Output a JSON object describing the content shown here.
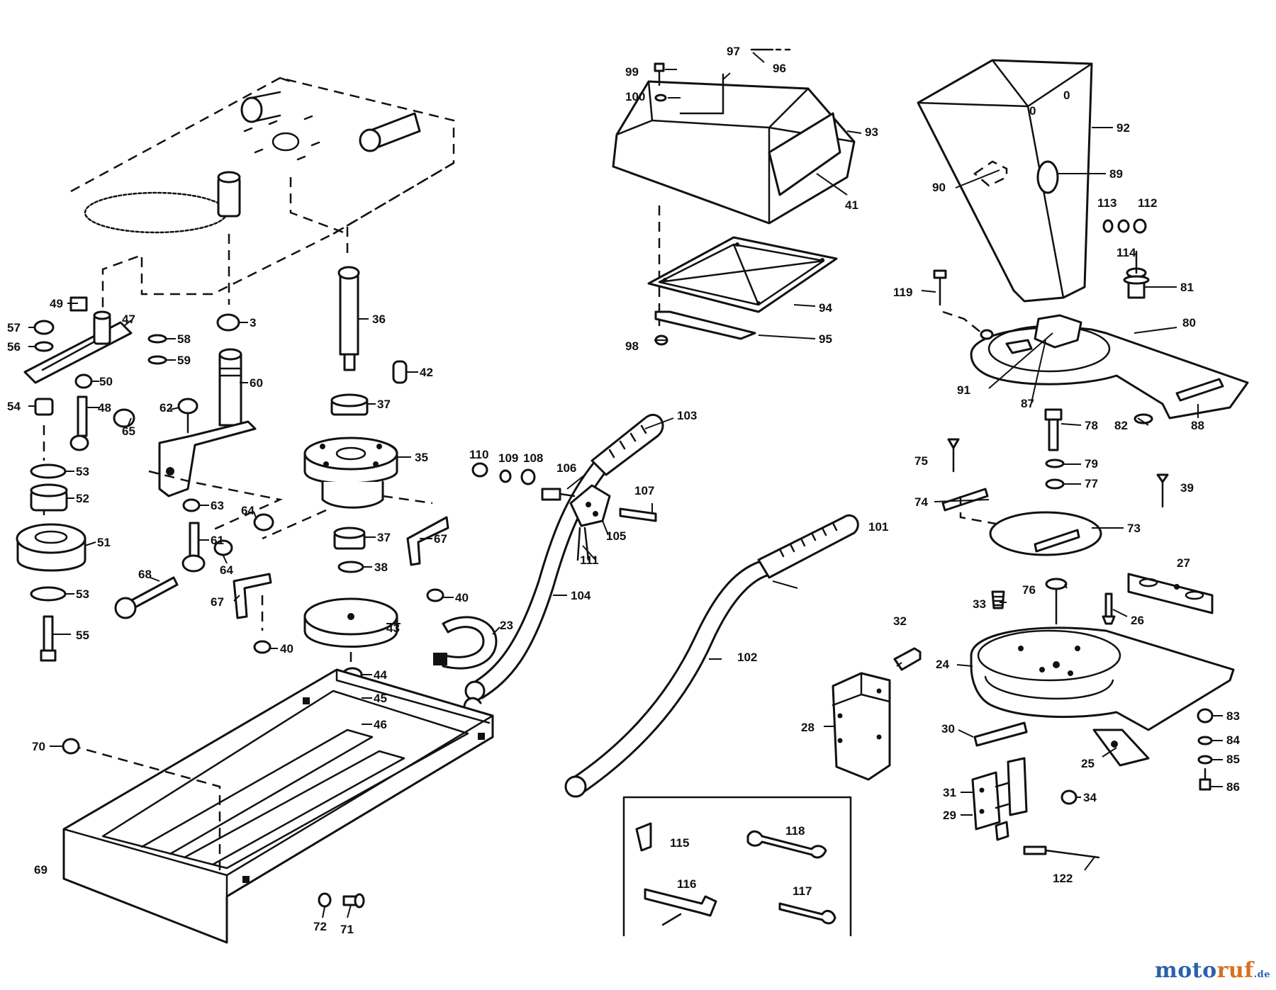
{
  "diagram": {
    "labels": [
      {
        "id": "l96",
        "text": "96"
      },
      {
        "id": "l97",
        "text": "97"
      },
      {
        "id": "l99",
        "text": "99"
      },
      {
        "id": "l100",
        "text": "100"
      },
      {
        "id": "l93",
        "text": "93"
      },
      {
        "id": "l41",
        "text": "41"
      },
      {
        "id": "l94",
        "text": "94"
      },
      {
        "id": "l95",
        "text": "95"
      },
      {
        "id": "l98",
        "text": "98"
      },
      {
        "id": "l92",
        "text": "92"
      },
      {
        "id": "l89",
        "text": "89"
      },
      {
        "id": "l90",
        "text": "90"
      },
      {
        "id": "l113",
        "text": "113"
      },
      {
        "id": "l112",
        "text": "112"
      },
      {
        "id": "l114",
        "text": "114"
      },
      {
        "id": "l119",
        "text": "119"
      },
      {
        "id": "l81",
        "text": "81"
      },
      {
        "id": "l80",
        "text": "80"
      },
      {
        "id": "l91",
        "text": "91"
      },
      {
        "id": "l87",
        "text": "87"
      },
      {
        "id": "l82",
        "text": "82"
      },
      {
        "id": "l88",
        "text": "88"
      },
      {
        "id": "l78",
        "text": "78"
      },
      {
        "id": "l79",
        "text": "79"
      },
      {
        "id": "l77",
        "text": "77"
      },
      {
        "id": "l75",
        "text": "75"
      },
      {
        "id": "l74",
        "text": "74"
      },
      {
        "id": "l39",
        "text": "39"
      },
      {
        "id": "l73",
        "text": "73"
      },
      {
        "id": "l27",
        "text": "27"
      },
      {
        "id": "l76",
        "text": "76"
      },
      {
        "id": "l33",
        "text": "33"
      },
      {
        "id": "l26",
        "text": "26"
      },
      {
        "id": "l24",
        "text": "24"
      },
      {
        "id": "l32",
        "text": "32"
      },
      {
        "id": "l28",
        "text": "28"
      },
      {
        "id": "l30",
        "text": "30"
      },
      {
        "id": "l25",
        "text": "25"
      },
      {
        "id": "l83",
        "text": "83"
      },
      {
        "id": "l84",
        "text": "84"
      },
      {
        "id": "l85",
        "text": "85"
      },
      {
        "id": "l86",
        "text": "86"
      },
      {
        "id": "l31",
        "text": "31"
      },
      {
        "id": "l34",
        "text": "34"
      },
      {
        "id": "l29",
        "text": "29"
      },
      {
        "id": "l122",
        "text": "122"
      },
      {
        "id": "l115",
        "text": "115"
      },
      {
        "id": "l118",
        "text": "118"
      },
      {
        "id": "l116",
        "text": "116"
      },
      {
        "id": "l117",
        "text": "117"
      },
      {
        "id": "l101",
        "text": "101"
      },
      {
        "id": "l102",
        "text": "102"
      },
      {
        "id": "l103",
        "text": "103"
      },
      {
        "id": "l106",
        "text": "106"
      },
      {
        "id": "l107",
        "text": "107"
      },
      {
        "id": "l105",
        "text": "105"
      },
      {
        "id": "l111",
        "text": "111"
      },
      {
        "id": "l110",
        "text": "110"
      },
      {
        "id": "l109",
        "text": "109"
      },
      {
        "id": "l108",
        "text": "108"
      },
      {
        "id": "l104",
        "text": "104"
      },
      {
        "id": "l49",
        "text": "49"
      },
      {
        "id": "l47",
        "text": "47"
      },
      {
        "id": "l57",
        "text": "57"
      },
      {
        "id": "l56",
        "text": "56"
      },
      {
        "id": "l58",
        "text": "58"
      },
      {
        "id": "l59",
        "text": "59"
      },
      {
        "id": "l3",
        "text": "3"
      },
      {
        "id": "l36",
        "text": "36"
      },
      {
        "id": "l42",
        "text": "42"
      },
      {
        "id": "l50",
        "text": "50"
      },
      {
        "id": "l48",
        "text": "48"
      },
      {
        "id": "l60",
        "text": "60"
      },
      {
        "id": "l54",
        "text": "54"
      },
      {
        "id": "l65",
        "text": "65"
      },
      {
        "id": "l62",
        "text": "62"
      },
      {
        "id": "l37a",
        "text": "37"
      },
      {
        "id": "l35",
        "text": "35"
      },
      {
        "id": "l53a",
        "text": "53"
      },
      {
        "id": "l52",
        "text": "52"
      },
      {
        "id": "l63",
        "text": "63"
      },
      {
        "id": "l64a",
        "text": "64"
      },
      {
        "id": "l51",
        "text": "51"
      },
      {
        "id": "l61",
        "text": "61"
      },
      {
        "id": "l64b",
        "text": "64"
      },
      {
        "id": "l37b",
        "text": "37"
      },
      {
        "id": "l67a",
        "text": "67"
      },
      {
        "id": "l68",
        "text": "68"
      },
      {
        "id": "l38",
        "text": "38"
      },
      {
        "id": "l67b",
        "text": "67"
      },
      {
        "id": "l40a",
        "text": "40"
      },
      {
        "id": "l53b",
        "text": "53"
      },
      {
        "id": "l43",
        "text": "43"
      },
      {
        "id": "l23",
        "text": "23"
      },
      {
        "id": "l55",
        "text": "55"
      },
      {
        "id": "l40b",
        "text": "40"
      },
      {
        "id": "l44",
        "text": "44"
      },
      {
        "id": "l45",
        "text": "45"
      },
      {
        "id": "l46",
        "text": "46"
      },
      {
        "id": "l70",
        "text": "70"
      },
      {
        "id": "l69",
        "text": "69"
      },
      {
        "id": "l72",
        "text": "72"
      },
      {
        "id": "l71",
        "text": "71"
      }
    ]
  },
  "watermark": {
    "part1": "moto",
    "part2": "ruf",
    "suffix": ".de"
  }
}
